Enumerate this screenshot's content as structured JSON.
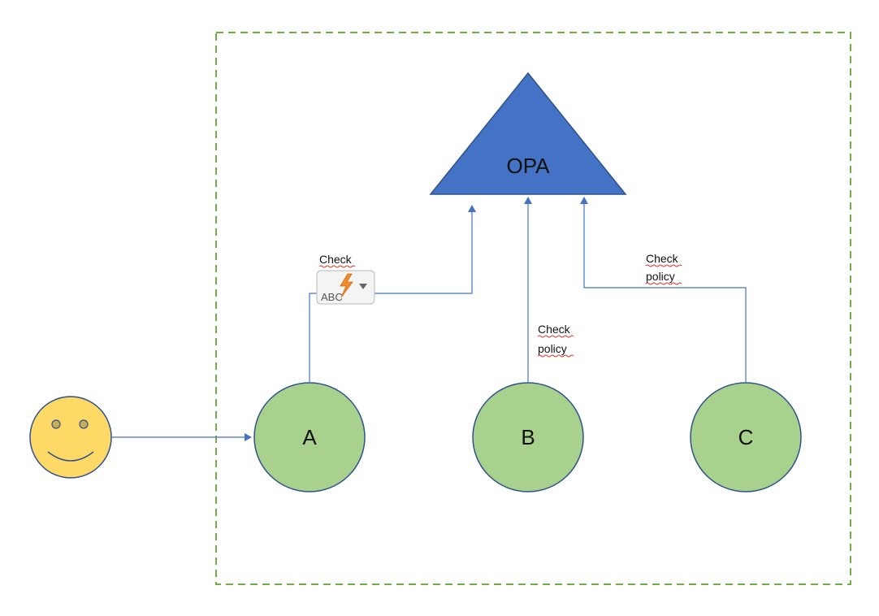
{
  "diagram": {
    "hub": {
      "label": "OPA",
      "fill": "#4472c4"
    },
    "services": [
      {
        "id": "a",
        "label": "A",
        "fill": "#a9d18e"
      },
      {
        "id": "b",
        "label": "B",
        "fill": "#a9d18e"
      },
      {
        "id": "c",
        "label": "C",
        "fill": "#a9d18e"
      }
    ],
    "edges": [
      {
        "from": "user",
        "to": "a"
      },
      {
        "from": "a",
        "to": "opa",
        "label_line1": "Check",
        "label_line2": ""
      },
      {
        "from": "b",
        "to": "opa",
        "label_line1": "Check",
        "label_line2": "policy"
      },
      {
        "from": "c",
        "to": "opa",
        "label_line1": "Check",
        "label_line2": "policy"
      }
    ],
    "autocorrect_popup": {
      "text": "ABC",
      "icon": "lightning-bolt-icon",
      "dropdown_icon": "triangle-down-icon"
    },
    "colors": {
      "boundary": "#70ad47",
      "connector": "#4472c4",
      "node_outline": "#2f528f",
      "user_face": "#ffd966",
      "spellcheck_underline": "#e0302a"
    }
  }
}
